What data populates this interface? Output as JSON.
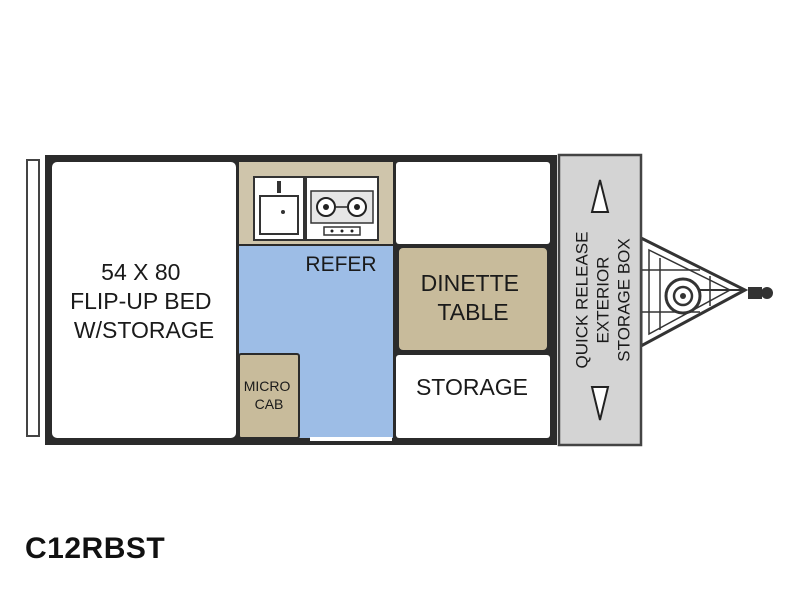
{
  "rooms": {
    "bed": [
      "54 X 80",
      "FLIP-UP BED",
      "W/STORAGE"
    ],
    "refer": "REFER",
    "dinette": [
      "DINETTE",
      "TABLE"
    ],
    "storage": "STORAGE",
    "micro_cab": [
      "MICRO",
      "CAB"
    ],
    "storage_box": [
      "QUICK RELEASE",
      "EXTERIOR",
      "STORAGE BOX"
    ]
  },
  "model_name": "C12RBST",
  "colors": {
    "wall": "#2b2b2b",
    "counter_tan": "#cfc5ab",
    "cabinet_tan": "#c8bb9b",
    "floor_blue": "#9dbde6",
    "storage_box_gray": "#d4d4d4",
    "white": "#ffffff"
  },
  "icons": [
    "sink-icon",
    "stove-icon",
    "arrow-up-icon",
    "arrow-down-icon",
    "hitch-icon",
    "spare-tire-icon"
  ]
}
